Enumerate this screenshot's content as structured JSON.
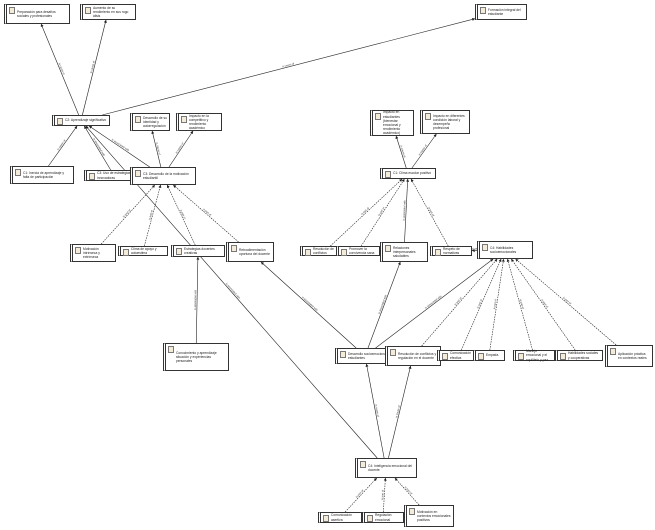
{
  "nodes": [
    {
      "id": "n1",
      "text": "Preparación para desafíos sociales y profesionales"
    },
    {
      "id": "n2",
      "text": "Aumento de su rendimiento en sus rogo álisis"
    },
    {
      "id": "n3",
      "text": "Formación integral del estudiante"
    },
    {
      "id": "n4",
      "text": "C2: Aprendizaje significativo"
    },
    {
      "id": "n5",
      "text": "Desarrollo de su identidad y autorregulación"
    },
    {
      "id": "n6",
      "text": "Impacto en la competitivo y rendimiento académico"
    },
    {
      "id": "n7",
      "text": "Impacto en estudiantes (bienestar emocional y rendimiento académico)"
    },
    {
      "id": "n8",
      "text": "Impacto en diferentes condición laboral y desempeño profesional"
    },
    {
      "id": "n9",
      "text": "C1: Inercia de aprendizaje y falta de participación"
    },
    {
      "id": "n10",
      "text": "C3: Uso de estrategias innovadoras"
    },
    {
      "id": "n11",
      "text": "C3: Desarrollo de la motivación estudiantil"
    },
    {
      "id": "n12",
      "text": "C1: Clima escolar positivo"
    },
    {
      "id": "n13",
      "text": "Motivación intrínseca y extrínseca"
    },
    {
      "id": "n14",
      "text": "Clima de apoyo y autoestima"
    },
    {
      "id": "n15",
      "text": "Estrategias docentes creativas"
    },
    {
      "id": "n16",
      "text": "Retroalimentación oportuna del docente"
    },
    {
      "id": "n17",
      "text": "Resolución de conflictos"
    },
    {
      "id": "n18",
      "text": "Promover la convivencia sana"
    },
    {
      "id": "n19",
      "text": "Relaciones interpersonales saludables"
    },
    {
      "id": "n20",
      "text": "Respeto de normativas"
    },
    {
      "id": "n21",
      "text": "C4: Habilidades socioemocionales"
    },
    {
      "id": "n22",
      "text": "Conocimiento y aprendizaje situación y experiencias personales"
    },
    {
      "id": "n23",
      "text": "Desarrollo socioemocional en estudiantes"
    },
    {
      "id": "n24",
      "text": "Resolución de conflictos y regulación en el docente"
    },
    {
      "id": "n25",
      "text": "Comunicación efectiva"
    },
    {
      "id": "n26",
      "text": "Empatía"
    },
    {
      "id": "n27",
      "text": "Manejo emocional y el equilibrio y paz"
    },
    {
      "id": "n28",
      "text": "Habilidades sociales y cooperativas"
    },
    {
      "id": "n29",
      "text": "Aplicación práctica en contextos reales"
    },
    {
      "id": "n30",
      "text": "C4: Inteligencia emocional del docente"
    },
    {
      "id": "n31",
      "text": "Comunicación asertiva"
    },
    {
      "id": "n32",
      "text": "Regulación emocional"
    },
    {
      "id": "n33",
      "text": "Motivación en contextos emocionales positivos"
    }
  ],
  "edges": [
    {
      "from": "n4",
      "to": "n1",
      "label": "is cause of"
    },
    {
      "from": "n4",
      "to": "n2",
      "label": "is cause of"
    },
    {
      "from": "n4",
      "to": "n3",
      "label": "is cause of"
    },
    {
      "from": "n11",
      "to": "n5",
      "label": "is cause of"
    },
    {
      "from": "n11",
      "to": "n6",
      "label": "is cause of"
    },
    {
      "from": "n9",
      "to": "n4",
      "label": "is cause of"
    },
    {
      "from": "n10",
      "to": "n4",
      "label": "is associated with"
    },
    {
      "from": "n11",
      "to": "n4",
      "label": "is associated with"
    },
    {
      "from": "n12",
      "to": "n7",
      "label": "is cause of"
    },
    {
      "from": "n12",
      "to": "n8",
      "label": "is cause of"
    },
    {
      "from": "n13",
      "to": "n11",
      "label": "is part of"
    },
    {
      "from": "n14",
      "to": "n11",
      "label": "is part of"
    },
    {
      "from": "n15",
      "to": "n11",
      "label": "is part of"
    },
    {
      "from": "n16",
      "to": "n11",
      "label": "is part of"
    },
    {
      "from": "n17",
      "to": "n12",
      "label": "is part of"
    },
    {
      "from": "n18",
      "to": "n12",
      "label": "is part of"
    },
    {
      "from": "n19",
      "to": "n12",
      "label": "is associated with"
    },
    {
      "from": "n20",
      "to": "n12",
      "label": "is part of"
    },
    {
      "from": "n22",
      "to": "n15",
      "label": "is associated with"
    },
    {
      "from": "n23",
      "to": "n16",
      "label": "is associated with"
    },
    {
      "from": "n23",
      "to": "n19",
      "label": "is associated with"
    },
    {
      "from": "n21",
      "to": "n20",
      "label": "is associated with"
    },
    {
      "from": "n24",
      "to": "n21",
      "label": "is part of"
    },
    {
      "from": "n23",
      "to": "n21",
      "label": "is associated with"
    },
    {
      "from": "n25",
      "to": "n21",
      "label": "is part of"
    },
    {
      "from": "n26",
      "to": "n21",
      "label": "is part of"
    },
    {
      "from": "n27",
      "to": "n21",
      "label": "is part of"
    },
    {
      "from": "n28",
      "to": "n21",
      "label": "is part of"
    },
    {
      "from": "n29",
      "to": "n21",
      "label": "is part of"
    },
    {
      "from": "n30",
      "to": "n23",
      "label": "is cause of"
    },
    {
      "from": "n30",
      "to": "n24",
      "label": "is cause of"
    },
    {
      "from": "n30",
      "to": "n4",
      "label": "is associated with"
    },
    {
      "from": "n31",
      "to": "n30",
      "label": "is part of"
    },
    {
      "from": "n32",
      "to": "n30",
      "label": "is part of"
    },
    {
      "from": "n33",
      "to": "n30",
      "label": "is part of"
    }
  ]
}
